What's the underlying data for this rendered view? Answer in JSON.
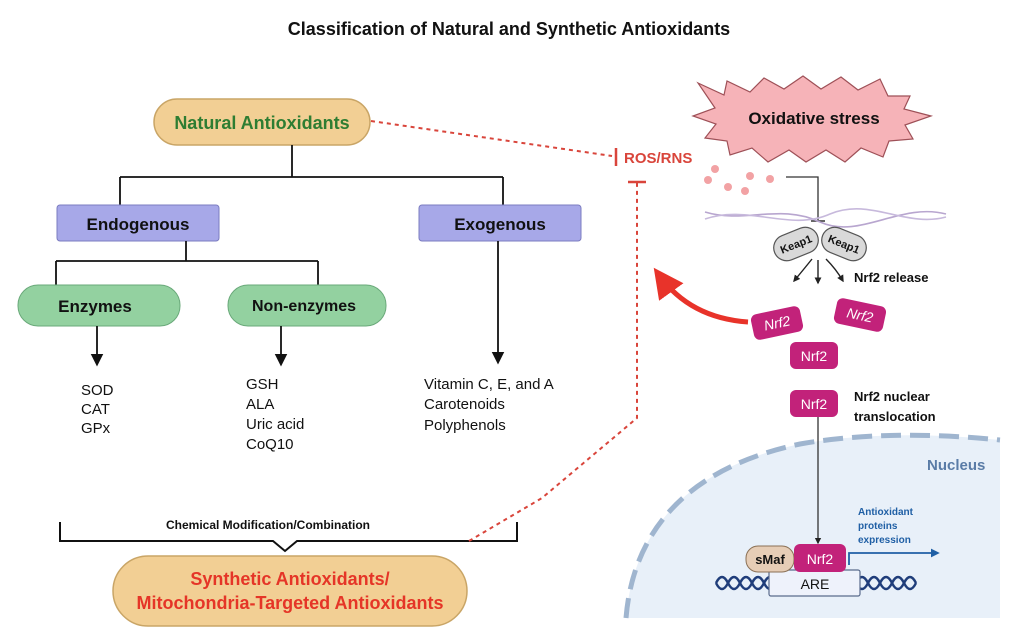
{
  "title": "Classification of Natural and Synthetic Antioxidants",
  "tree": {
    "natural": "Natural Antioxidants",
    "endogenous": "Endogenous",
    "exogenous": "Exogenous",
    "enzymes": "Enzymes",
    "non_enzymes": "Non-enzymes",
    "enzyme_items": [
      "SOD",
      "CAT",
      "GPx"
    ],
    "non_enzyme_items": [
      "GSH",
      "ALA",
      "Uric acid",
      "CoQ10"
    ],
    "exogenous_items": [
      "Vitamin C, E, and A",
      "Carotenoids",
      "Polyphenols"
    ],
    "modification": "Chemical Modification/Combination",
    "synthetic_line1": "Synthetic Antioxidants/",
    "synthetic_line2": "Mitochondria-Targeted Antioxidants"
  },
  "pathway": {
    "oxidative_stress": "Oxidative stress",
    "ros": "ROS/RNS",
    "keap1": "Keap1",
    "nrf2": "Nrf2",
    "nrf2_release": "Nrf2 release",
    "translocation_line1": "Nrf2 nuclear",
    "translocation_line2": "translocation",
    "nucleus": "Nucleus",
    "smaf": "sMaf",
    "are": "ARE",
    "expression_line1": "Antioxidant",
    "expression_line2": "proteins",
    "expression_line3": "expression"
  },
  "colors": {
    "natural_fill": "#f2cf94",
    "natural_text": "#2e7d32",
    "category_fill": "#a7a8e8",
    "subcategory_fill": "#93d1a0",
    "inhibit_line": "#d9453b",
    "synthetic_text": "#e53527",
    "nrf2_fill": "#c2227a",
    "nucleus_fill": "#e8f0f9",
    "nucleus_edge": "#9fb5cf",
    "expression_text": "#1f5fa5",
    "stress_fill": "#f6b3b8"
  }
}
